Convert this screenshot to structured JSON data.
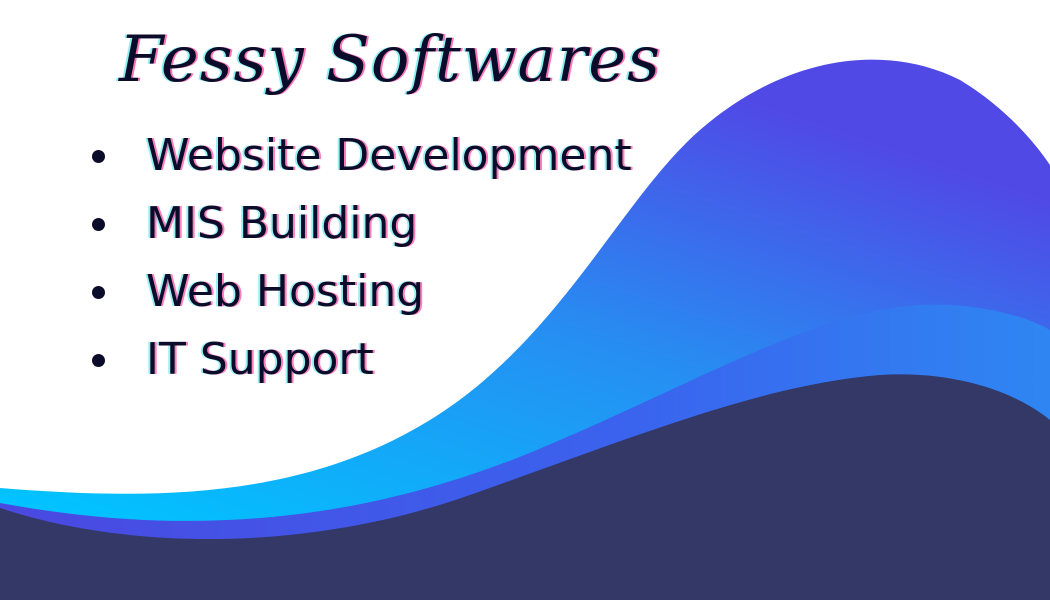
{
  "card": {
    "title": "Fessy Softwares",
    "services": [
      "Website Development",
      "MIS Building",
      "Web Hosting",
      "IT Support"
    ]
  },
  "colors": {
    "background": "#ffffff",
    "text": "#0b0b2a",
    "wave_top_start": "#5049e6",
    "wave_top_end": "#00c4ff",
    "wave_middle": "#3d5cf0",
    "wave_bottom": "#333866"
  }
}
